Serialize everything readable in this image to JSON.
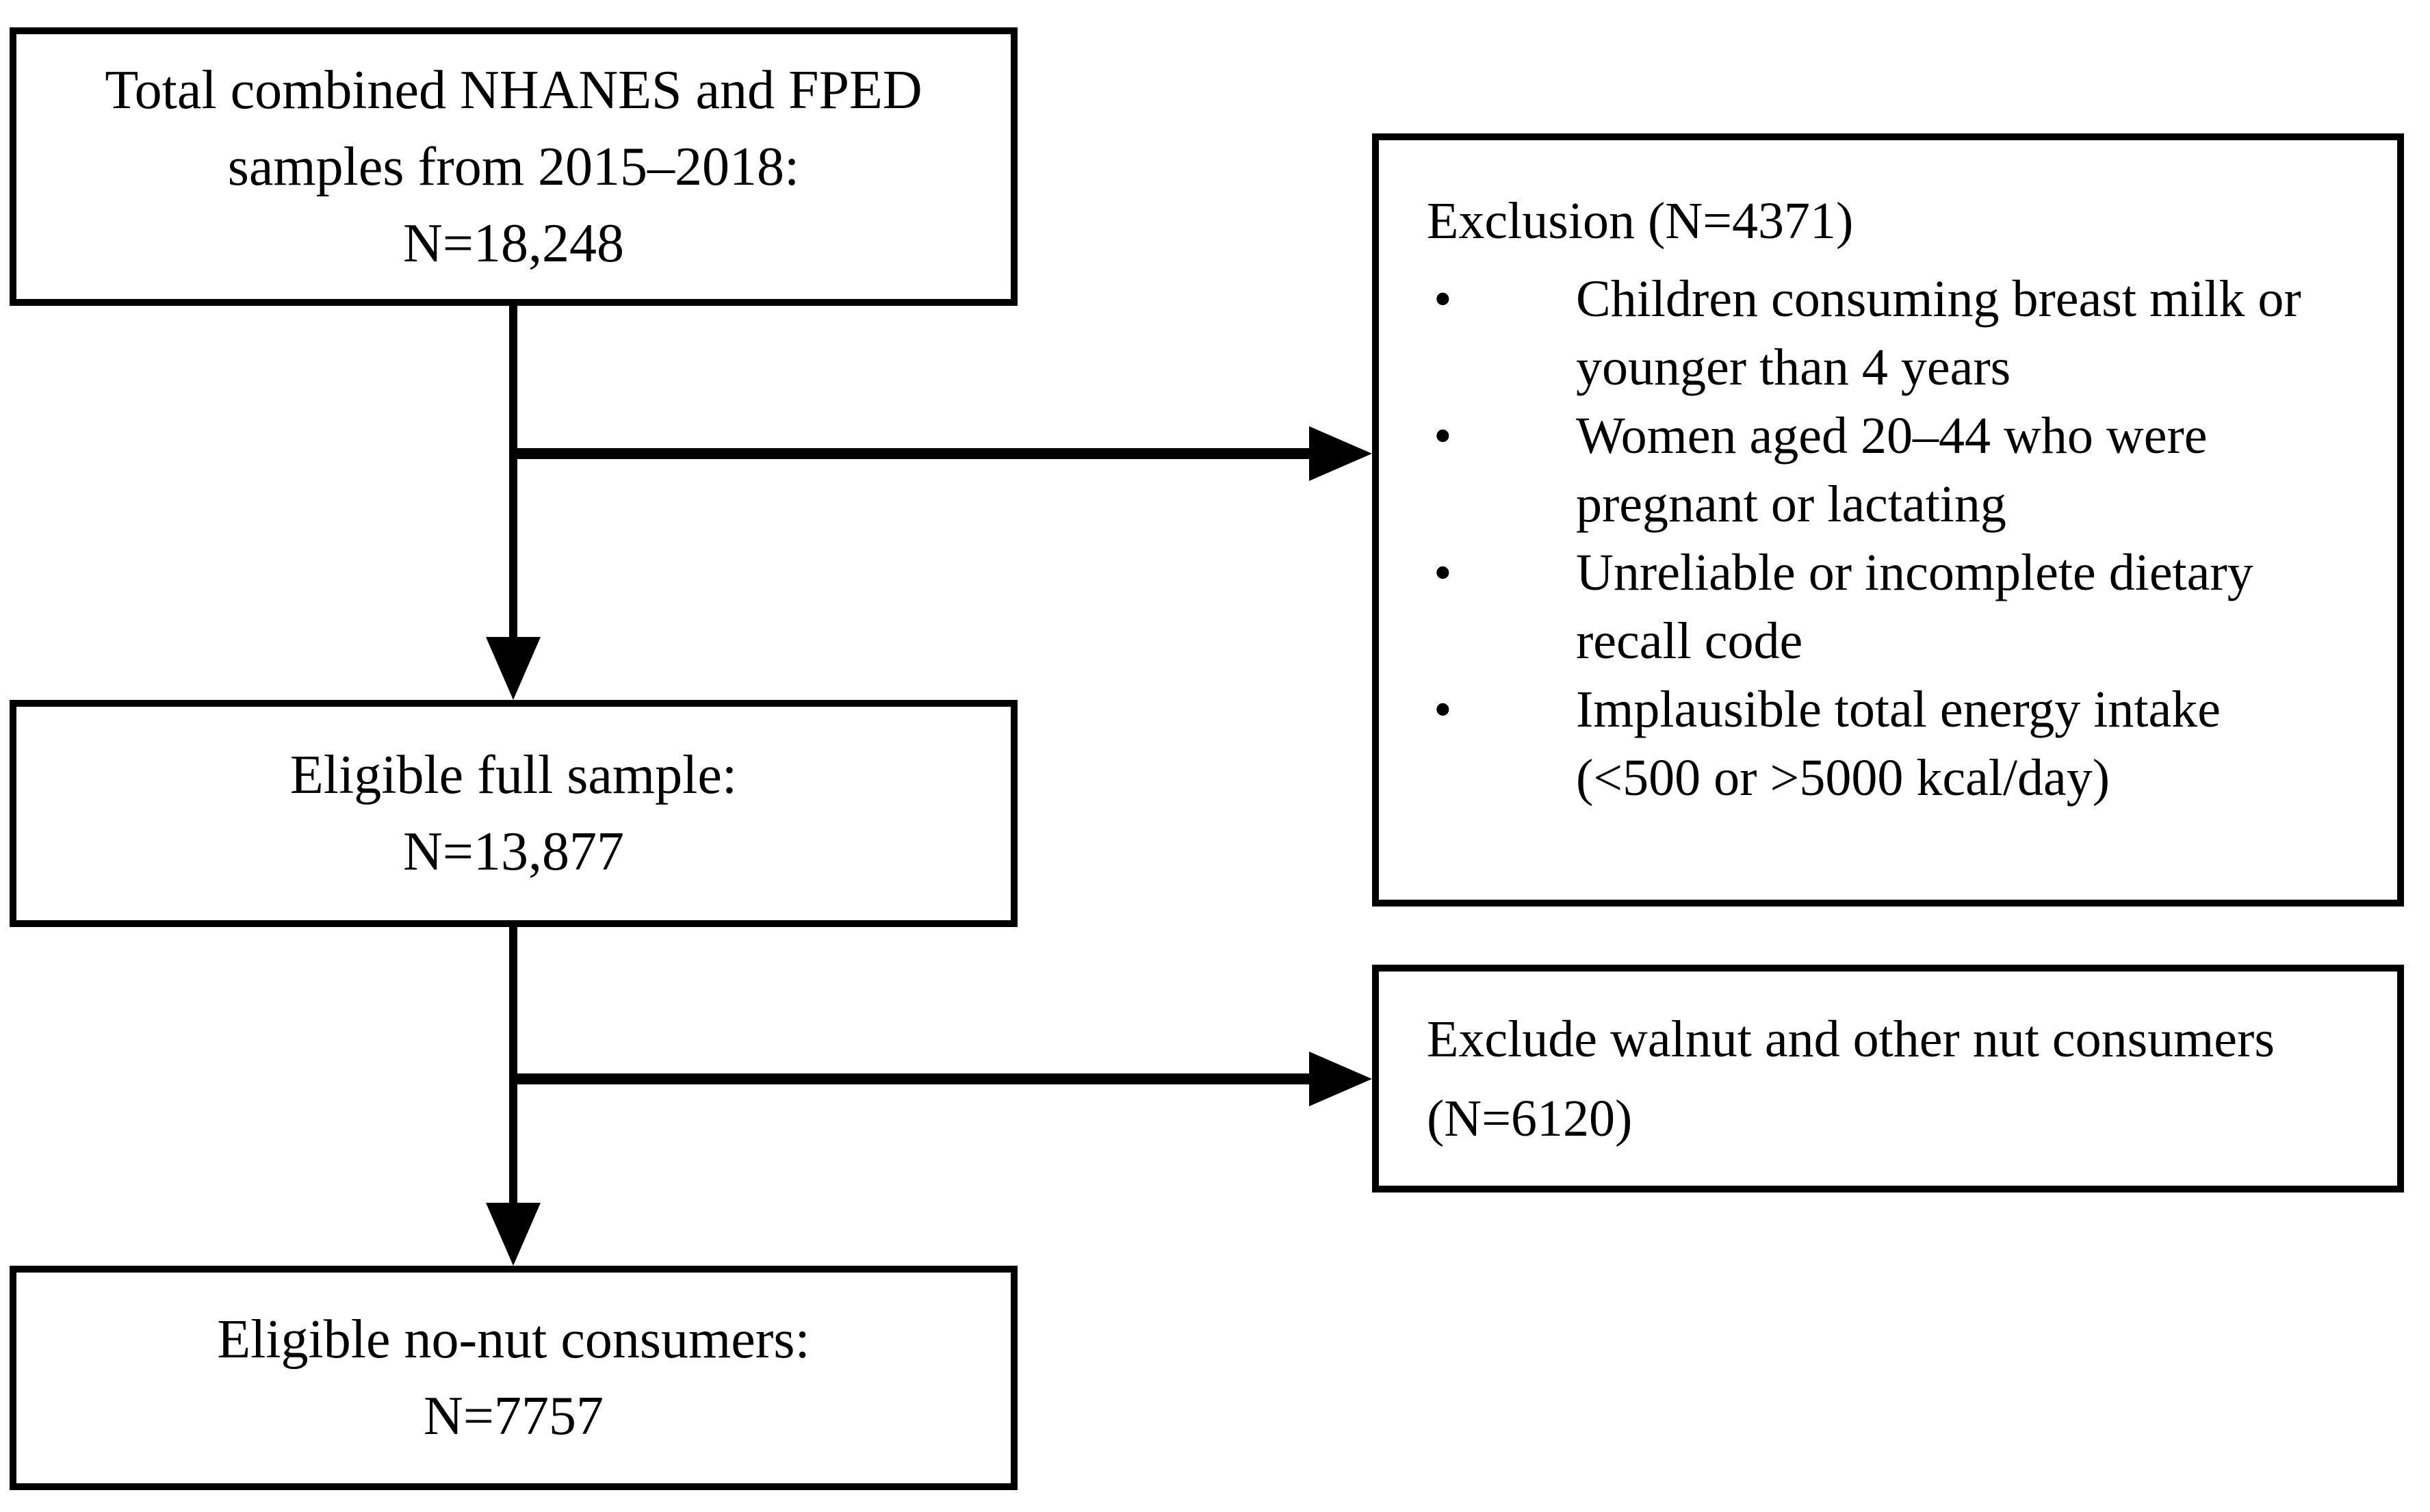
{
  "colors": {
    "background": "#ffffff",
    "line": "#000000",
    "text": "#000000"
  },
  "boxes": {
    "total_sample": {
      "lines": [
        "Total combined NHANES and FPED",
        "samples from 2015–2018:",
        "N=18,248"
      ]
    },
    "exclusion": {
      "title": "Exclusion (N=4371)",
      "bullet_glyph": "•",
      "items": [
        {
          "line1": "Children consuming breast milk or",
          "line2": "younger than 4 years"
        },
        {
          "line1": "Women aged 20–44 who were",
          "line2": "pregnant or lactating"
        },
        {
          "line1": "Unreliable or incomplete dietary",
          "line2": "recall code"
        },
        {
          "line1": "Implausible total energy intake",
          "line2": "(<500 or >5000 kcal/day)"
        }
      ]
    },
    "eligible_full": {
      "lines": [
        "Eligible full sample:",
        "N=13,877"
      ]
    },
    "exclude_nut_consumers": {
      "lines": [
        "Exclude walnut and other nut consumers",
        "(N=6120)"
      ]
    },
    "eligible_no_nut": {
      "lines": [
        "Eligible no-nut consumers:",
        "N=7757"
      ]
    }
  }
}
